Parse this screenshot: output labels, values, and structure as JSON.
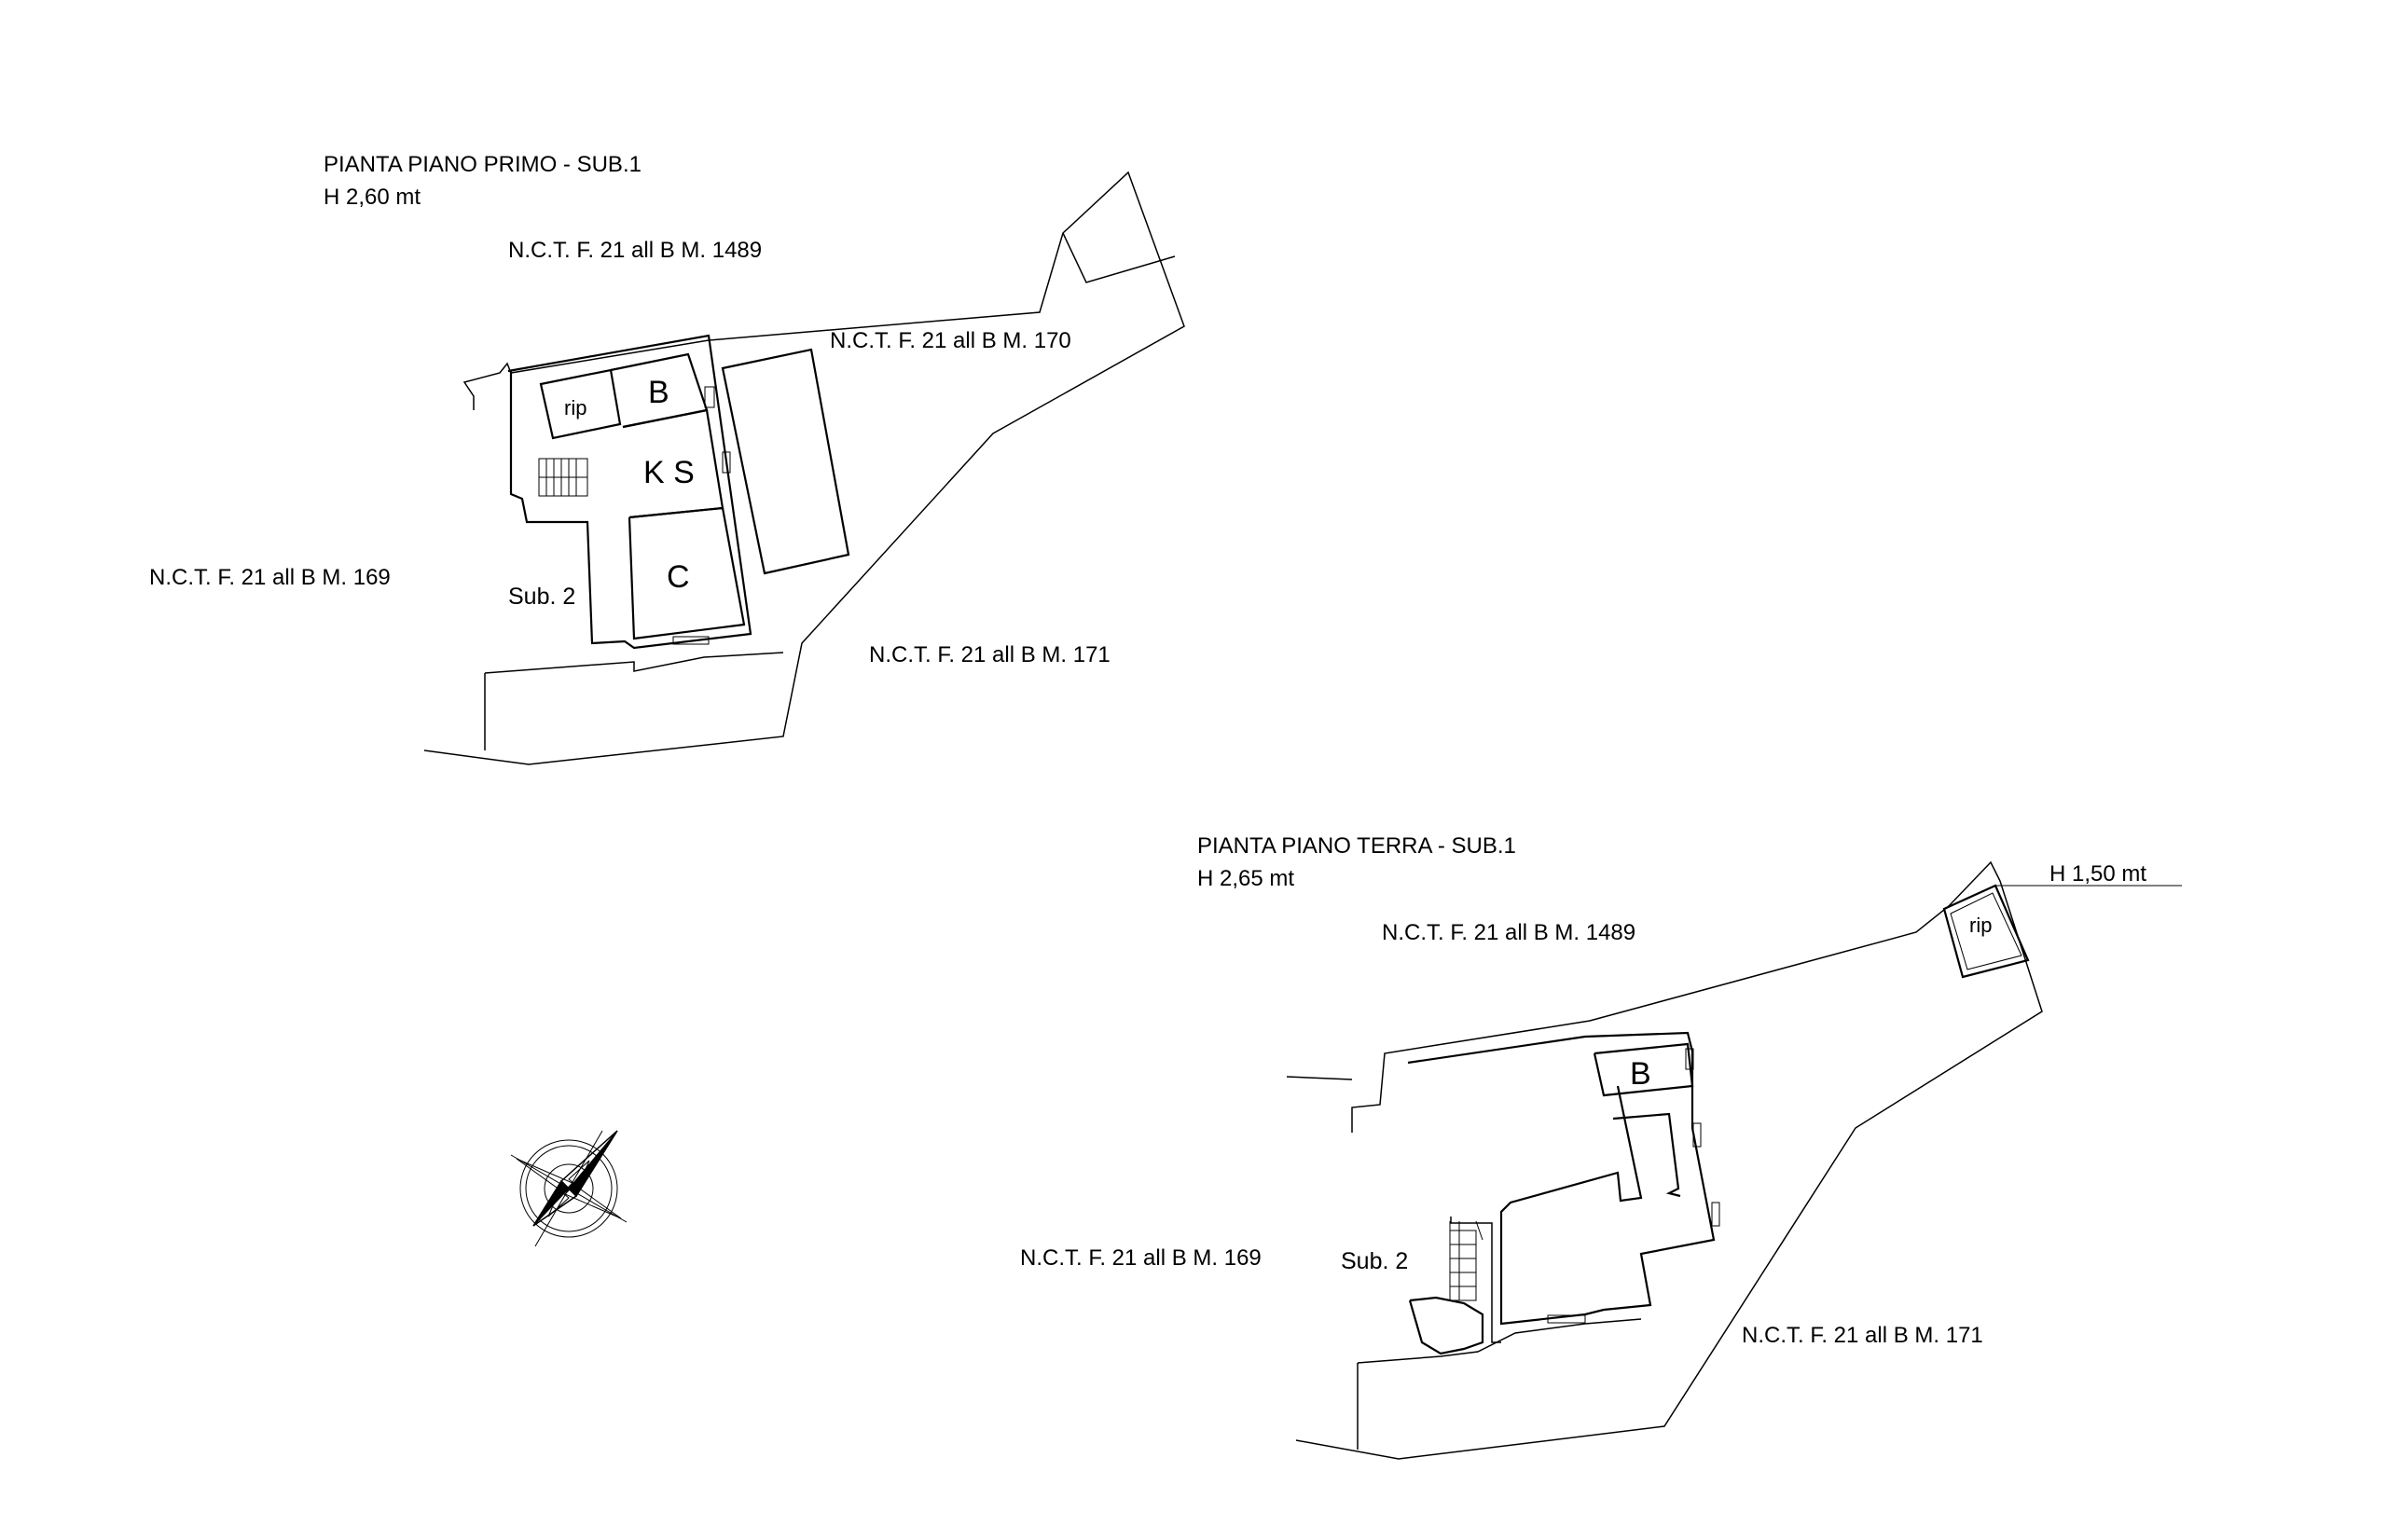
{
  "first_floor": {
    "title": "PIANTA PIANO PRIMO - SUB.1",
    "height": "H 2,60 mt",
    "parcel_north": "N.C.T. F. 21 all B M. 1489",
    "parcel_east": "N.C.T. F. 21 all B M. 170",
    "parcel_west": "N.C.T. F. 21 all B M. 169",
    "parcel_south": "N.C.T. F. 21 all B M. 171",
    "sub_label": "Sub. 2",
    "rooms": {
      "rip": "rip",
      "bath": "B",
      "kitchen": "K S",
      "bedroom": "C"
    }
  },
  "ground_floor": {
    "title": "PIANTA PIANO TERRA - SUB.1",
    "height": "H 2,65 mt",
    "annex_height": "H 1,50 mt",
    "parcel_north": "N.C.T. F. 21 all B M. 1489",
    "parcel_west": "N.C.T. F. 21 all B M. 169",
    "parcel_south": "N.C.T. F. 21 all B M. 171",
    "sub_label": "Sub. 2",
    "rooms": {
      "rip": "rip",
      "bath": "B"
    }
  },
  "icons": {
    "compass": "north-arrow-icon"
  }
}
